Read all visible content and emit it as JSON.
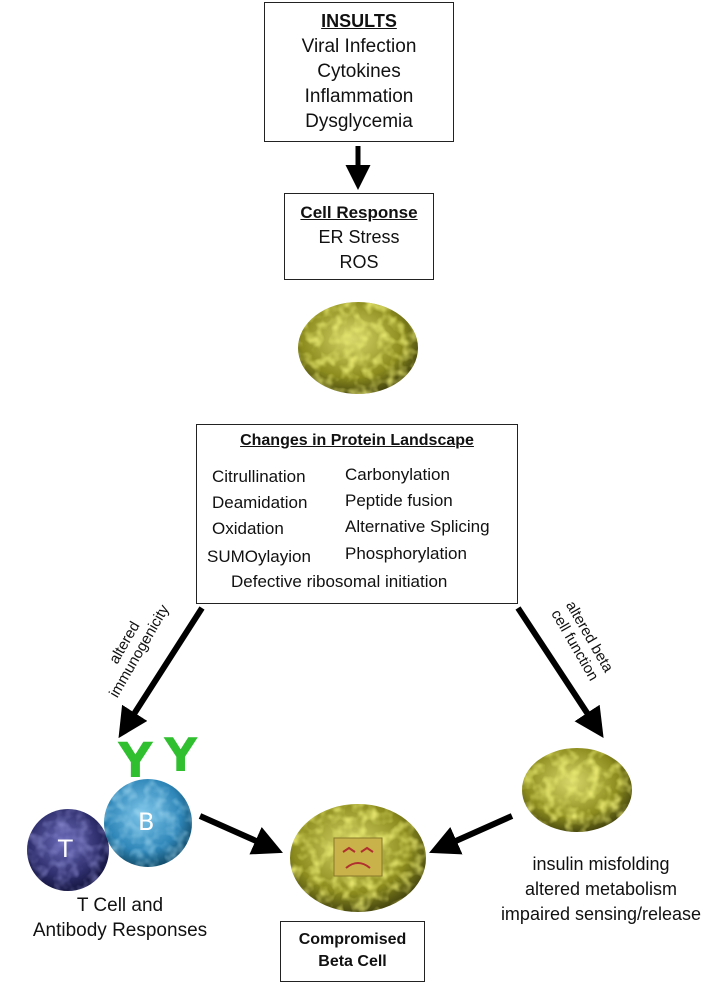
{
  "insults": {
    "title": "INSULTS",
    "items": [
      "Viral Infection",
      "Cytokines",
      "Inflammation",
      "Dysglycemia"
    ]
  },
  "cell_response": {
    "title": "Cell Response",
    "items": [
      "ER Stress",
      "ROS"
    ]
  },
  "protein_landscape": {
    "title": "Changes in Protein Landscape",
    "left_items": [
      "Citrullination",
      "Deamidation",
      "Oxidation",
      "SUMOylayion"
    ],
    "right_items": [
      "Carbonylation",
      "Peptide fusion",
      "Alternative Splicing",
      "Phosphorylation"
    ],
    "bottom_item": "Defective ribosomal initiation"
  },
  "edges": {
    "left_label": [
      "altered",
      "immunogenicity"
    ],
    "right_label": [
      "altered beta",
      "cell function"
    ]
  },
  "immune": {
    "t_letter": "T",
    "b_letter": "B",
    "antibody_glyph": "Y",
    "caption": [
      "T Cell and",
      "Antibody Responses"
    ]
  },
  "beta_effects": {
    "caption": [
      "insulin misfolding",
      "altered metabolism",
      "impaired sensing/release"
    ]
  },
  "compromised": {
    "lines": [
      "Compromised",
      "Beta Cell"
    ]
  },
  "colors": {
    "beta_cell": "#8c8c1e",
    "beta_cell_light": "#e0e06a",
    "t_cell": "#2f2f6e",
    "b_cell": "#2e86b8",
    "antibody": "#2fbf2f",
    "sad_face": "#c9b24a"
  },
  "icons": {
    "beta_cell": "textured-cell-blob",
    "t_cell": "textured-cell-blob",
    "b_cell": "textured-cell-blob",
    "antibody": "antibody-y",
    "face": "sad-face"
  }
}
